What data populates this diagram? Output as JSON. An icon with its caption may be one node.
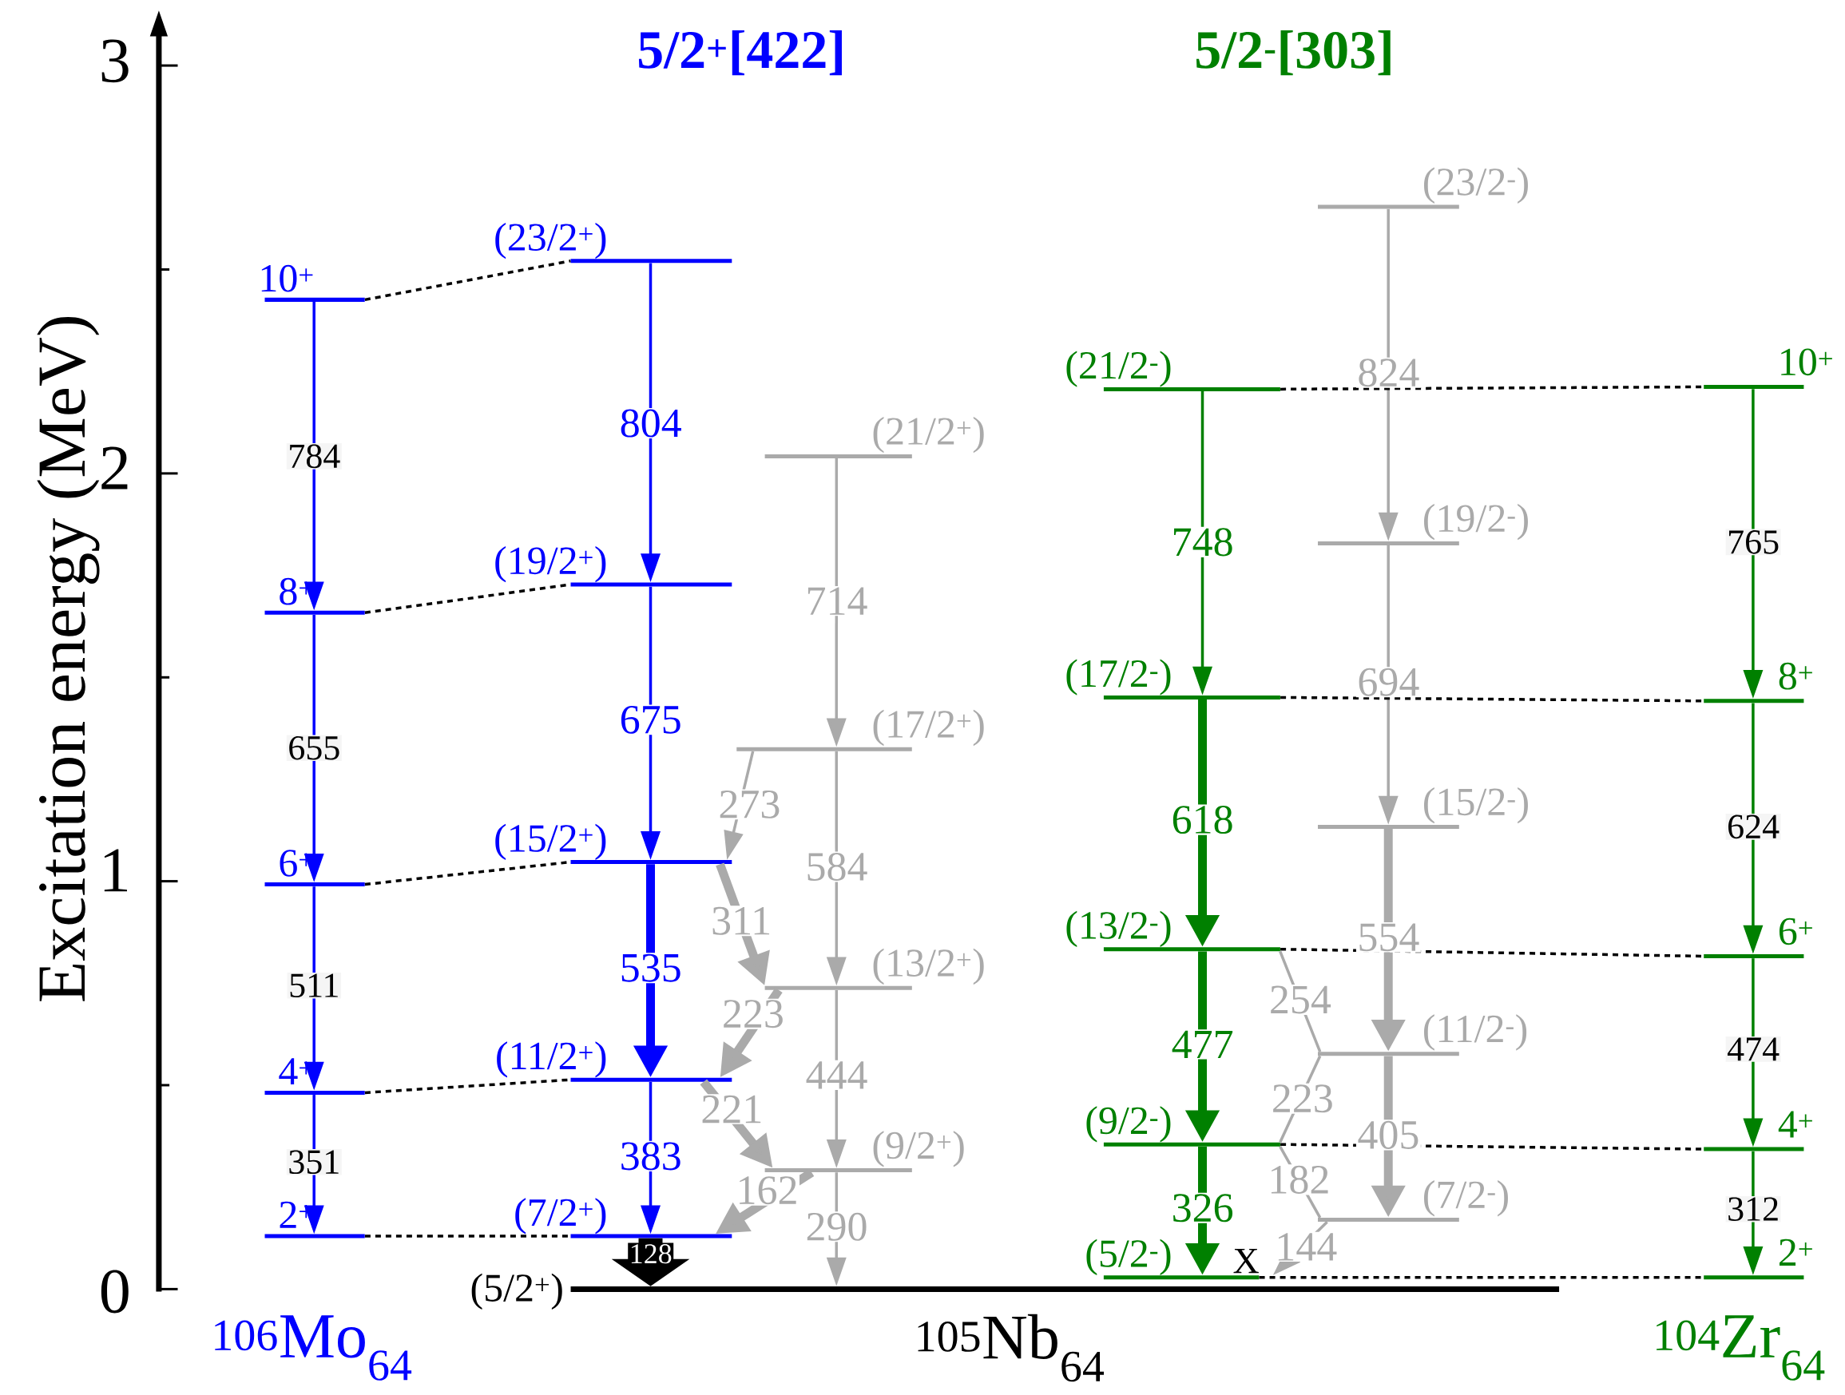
{
  "diagram": {
    "nodes": [
      {
        "text": [
          "2$^{+}$"
        ]
      },
      {
        "text": [
          "4$^{+}$"
        ]
      },
      {
        "text": [
          "6$^{+}$"
        ]
      },
      {
        "text": [
          "8$^{+}$"
        ]
      },
      {
        "text": [
          "10$^{+}$"
        ]
      },
      {
        "text": [
          "(5/2$^{+}$)"
        ]
      },
      {
        "text": [
          "(7/2$^{+}$)"
        ]
      },
      {
        "text": [
          "(11/2$^{+}$)"
        ]
      },
      {
        "text": [
          "(15/2$^{+}$)"
        ]
      },
      {
        "text": [
          "(19/2$^{+}$)"
        ]
      },
      {
        "text": [
          "(23/2$^{+}$)"
        ]
      },
      {
        "text": [
          "(9/2$^{+}$)"
        ]
      },
      {
        "text": [
          "(13/2$^{+}$)"
        ]
      },
      {
        "text": [
          "(17/2$^{+}$)"
        ]
      },
      {
        "text": [
          "(21/2$^{+}$)"
        ]
      },
      {
        "text": [
          "(5/2$^{-}$)"
        ]
      },
      {
        "text": [
          "(9/2$^{-}$)"
        ]
      },
      {
        "text": [
          "(13/2$^{-}$)"
        ]
      },
      {
        "text": [
          "(17/2$^{-}$)"
        ]
      },
      {
        "text": [
          "(21/2$^{-}$)"
        ]
      },
      {
        "text": [
          "(7/2$^{-}$)"
        ]
      },
      {
        "text": [
          "(11/2$^{-}$)"
        ]
      },
      {
        "text": [
          "(15/2$^{-}$)"
        ]
      },
      {
        "text": [
          "(19/2$^{-}$)"
        ]
      },
      {
        "text": [
          "(23/2$^{-}$)"
        ]
      },
      {
        "text": [
          "2$^{+}$"
        ]
      },
      {
        "text": [
          "4$^{+}$"
        ]
      },
      {
        "text": [
          "6$^{+}$"
        ]
      },
      {
        "text": [
          "8$^{+}$"
        ]
      },
      {
        "text": [
          "10$^{+}$"
        ]
      }
    ],
    "edges": [
      {
        "from": 4,
        "to": 3,
        "arrow": "to",
        "label": "784",
        "color": "#0000ff"
      },
      {
        "from": 3,
        "to": 2,
        "arrow": "to",
        "label": "655",
        "color": "#0000ff"
      },
      {
        "from": 2,
        "to": 1,
        "arrow": "to",
        "label": "511",
        "color": "#0000ff"
      },
      {
        "from": 1,
        "to": 0,
        "arrow": "to",
        "label": "351",
        "color": "#0000ff"
      },
      {
        "from": 10,
        "to": 9,
        "arrow": "to",
        "label": "804",
        "color": "#0000ff"
      },
      {
        "from": 9,
        "to": 8,
        "arrow": "to",
        "label": "675",
        "color": "#0000ff"
      },
      {
        "from": 8,
        "to": 7,
        "arrow": "to",
        "label": "535",
        "color": "#0000ff",
        "style": "thick"
      },
      {
        "from": 7,
        "to": 6,
        "arrow": "to",
        "label": "383",
        "color": "#0000ff"
      },
      {
        "from": 6,
        "to": 5,
        "arrow": "to",
        "label": "128",
        "color": "#000000",
        "style": "thick"
      },
      {
        "from": 14,
        "to": 13,
        "arrow": "to",
        "label": "714"
      },
      {
        "from": 13,
        "to": 12,
        "arrow": "to",
        "label": "584"
      },
      {
        "from": 12,
        "to": 11,
        "arrow": "to",
        "label": "444"
      },
      {
        "from": 11,
        "to": 5,
        "arrow": "to",
        "label": "290"
      },
      {
        "from": 13,
        "to": 8,
        "arrow": "to",
        "label": "273"
      },
      {
        "from": 8,
        "to": 12,
        "arrow": "to",
        "label": "311",
        "style": "thick"
      },
      {
        "from": 12,
        "to": 7,
        "arrow": "to",
        "label": "223",
        "style": "thick"
      },
      {
        "from": 7,
        "to": 11,
        "arrow": "to",
        "label": "221",
        "style": "thick"
      },
      {
        "from": 11,
        "to": 6,
        "arrow": "to",
        "label": "162",
        "style": "thick"
      },
      {
        "from": 19,
        "to": 18,
        "arrow": "to",
        "label": "748",
        "color": "#008000"
      },
      {
        "from": 18,
        "to": 17,
        "arrow": "to",
        "label": "618",
        "color": "#008000",
        "style": "thick"
      },
      {
        "from": 17,
        "to": 16,
        "arrow": "to",
        "label": "477",
        "color": "#008000",
        "style": "thick"
      },
      {
        "from": 16,
        "to": 15,
        "arrow": "to",
        "label": "326",
        "color": "#008000",
        "style": "thick"
      },
      {
        "from": 24,
        "to": 23,
        "arrow": "to",
        "label": "824"
      },
      {
        "from": 23,
        "to": 22,
        "arrow": "to",
        "label": "694"
      },
      {
        "from": 22,
        "to": 21,
        "arrow": "to",
        "label": "554",
        "style": "thick"
      },
      {
        "from": 21,
        "to": 20,
        "arrow": "to",
        "label": "405",
        "style": "thick"
      },
      {
        "from": 17,
        "to": 21,
        "arrow": "none",
        "label": "254"
      },
      {
        "from": 21,
        "to": 16,
        "arrow": "none",
        "label": "223"
      },
      {
        "from": 16,
        "to": 20,
        "arrow": "none",
        "label": "182"
      },
      {
        "from": 20,
        "to": 15,
        "arrow": "to",
        "label": "144"
      },
      {
        "from": 29,
        "to": 28,
        "arrow": "to",
        "label": "765",
        "color": "#008000"
      },
      {
        "from": 28,
        "to": 27,
        "arrow": "to",
        "label": "624",
        "color": "#008000"
      },
      {
        "from": 27,
        "to": 26,
        "arrow": "to",
        "label": "474",
        "color": "#008000"
      },
      {
        "from": 26,
        "to": 25,
        "arrow": "to",
        "label": "312",
        "color": "#008000"
      },
      {
        "from": 4,
        "to": 10,
        "arrow": "none",
        "style": "dashed",
        "color": "#000000"
      },
      {
        "from": 3,
        "to": 9,
        "arrow": "none",
        "style": "dashed",
        "color": "#000000"
      },
      {
        "from": 2,
        "to": 8,
        "arrow": "none",
        "style": "dashed",
        "color": "#000000"
      },
      {
        "from": 1,
        "to": 7,
        "arrow": "none",
        "style": "dashed",
        "color": "#000000"
      },
      {
        "from": 0,
        "to": 6,
        "arrow": "none",
        "style": "dashed",
        "color": "#000000"
      },
      {
        "from": 19,
        "to": 29,
        "arrow": "none",
        "style": "dashed",
        "color": "#000000"
      },
      {
        "from": 18,
        "to": 28,
        "arrow": "none",
        "style": "dashed",
        "color": "#000000"
      },
      {
        "from": 17,
        "to": 27,
        "arrow": "none",
        "style": "dashed",
        "color": "#000000"
      },
      {
        "from": 16,
        "to": 26,
        "arrow": "none",
        "style": "dashed",
        "color": "#000000"
      },
      {
        "from": 15,
        "to": 25,
        "arrow": "none",
        "style": "dashed",
        "color": "#000000"
      }
    ],
    "labels": [
      "3",
      "5/2$^{+}$[422]",
      "5/2$^{-}$[303]",
      "2",
      "1",
      "0",
      "X",
      "Excitation energy (MeV)",
      "$^{106}$Mo$_{64}$",
      "$^{105}$Nb$_{64}$",
      "$^{104}$Zr$_{64}$"
    ]
  }
}
